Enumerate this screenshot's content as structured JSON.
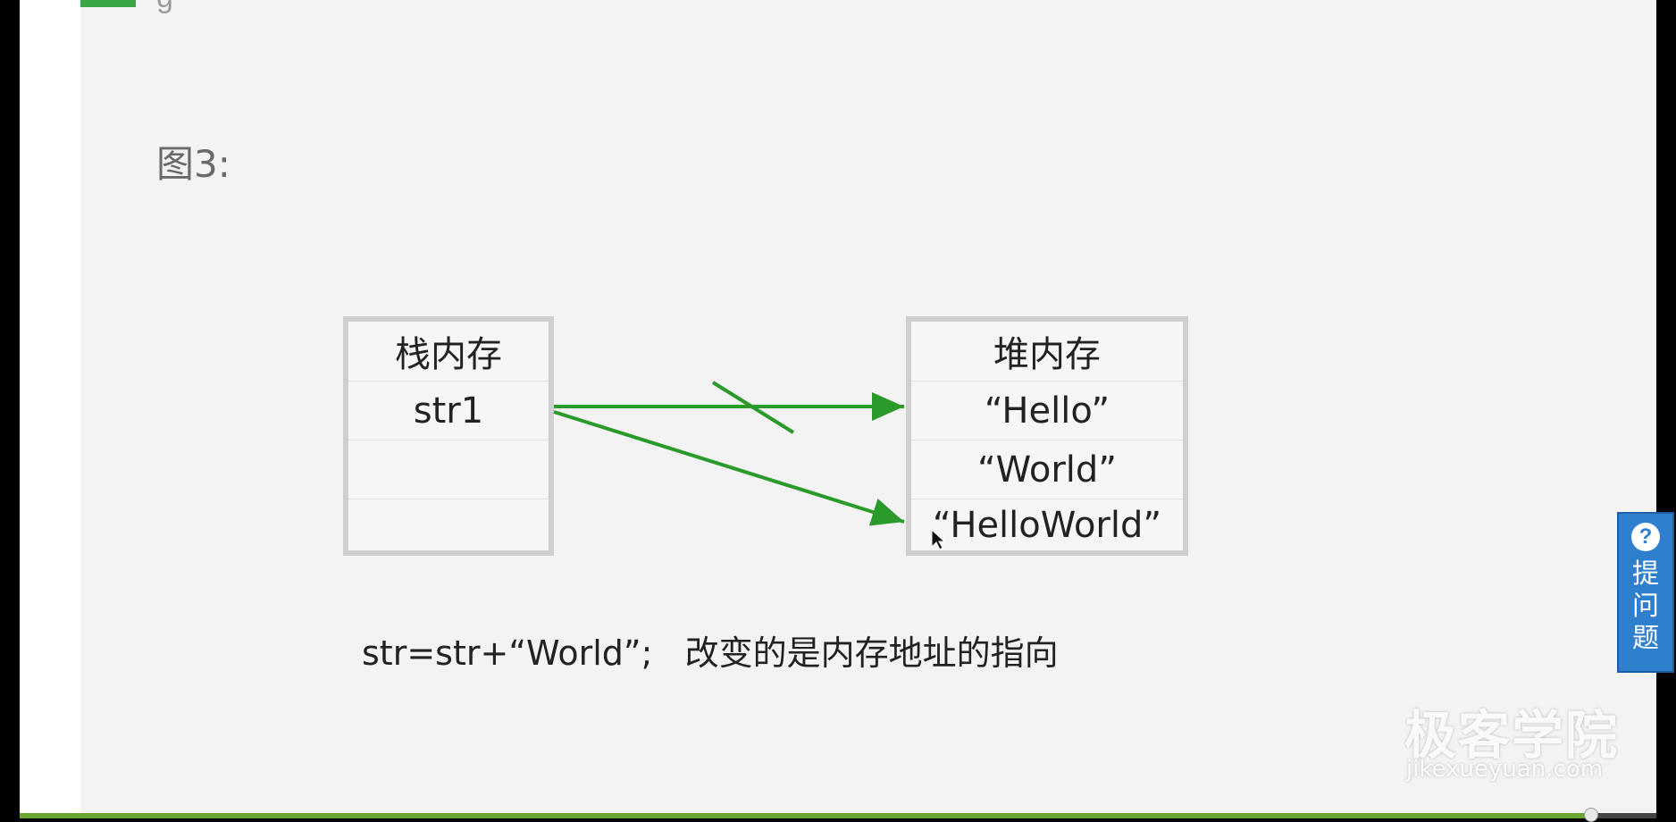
{
  "slide": {
    "top_cut_text": "g",
    "figure_label": "图3:",
    "caption": "str=str+“World”;   改变的是内存地址的指向"
  },
  "stack_memory": {
    "header": "栈内存",
    "rows": [
      "str1",
      "",
      ""
    ]
  },
  "heap_memory": {
    "header": "堆内存",
    "rows": [
      "“Hello”",
      "“World”",
      "“HelloWorld”"
    ]
  },
  "arrows": [
    {
      "from": "str1",
      "to": "“Hello”",
      "crossed_out": true
    },
    {
      "from": "str1",
      "to": "“HelloWorld”",
      "crossed_out": false
    }
  ],
  "colors": {
    "arrow": "#2a9a2a",
    "accent": "#3aa646",
    "ask_button": "#2f7fcf",
    "progress": "#6aa531"
  },
  "ask_button": {
    "icon": "question-bubble-icon",
    "label_chars": [
      "提",
      "问",
      "题"
    ]
  },
  "watermark": {
    "name": "极客学院",
    "url": "jikexueyuan.com"
  },
  "playback": {
    "progress_fraction": 0.96
  }
}
